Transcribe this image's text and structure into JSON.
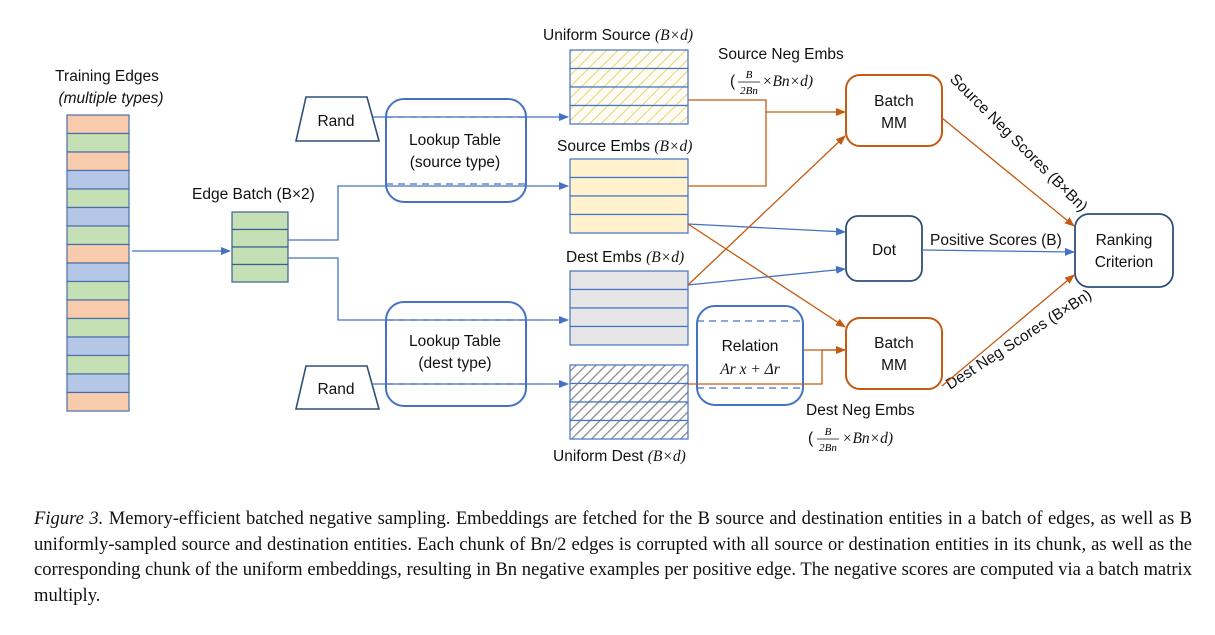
{
  "diagram": {
    "training_edges": {
      "title": "Training Edges",
      "subtitle": "(multiple types)"
    },
    "edge_batch": {
      "label": "Edge Batch",
      "dims": "(B×2)"
    },
    "rand_top": "Rand",
    "rand_bottom": "Rand",
    "lookup_source": {
      "line1": "Lookup Table",
      "line2": "(source type)"
    },
    "lookup_dest": {
      "line1": "Lookup Table",
      "line2": "(dest type)"
    },
    "uniform_source": {
      "label": "Uniform Source",
      "dims": "(B×d)"
    },
    "source_embs": {
      "label": "Source Embs",
      "dims": "(B×d)"
    },
    "dest_embs": {
      "label": "Dest Embs",
      "dims": "(B×d)"
    },
    "uniform_dest": {
      "label": "Uniform Dest",
      "dims": "(B×d)"
    },
    "source_neg_embs": {
      "label": "Source Neg Embs",
      "frac_num": "B",
      "frac_den": "2Bn",
      "rest": "×Bn×d)",
      "open": "("
    },
    "dest_neg_embs": {
      "label": "Dest Neg Embs",
      "frac_num": "B",
      "frac_den": "2Bn",
      "rest": "×Bn×d)",
      "open": "("
    },
    "relation": {
      "line1": "Relation",
      "line2": "Ar x + Δr"
    },
    "batch_mm_top": {
      "line1": "Batch",
      "line2": "MM"
    },
    "batch_mm_bottom": {
      "line1": "Batch",
      "line2": "MM"
    },
    "dot": "Dot",
    "positive_scores": "Positive Scores (B)",
    "source_neg_scores": "Source Neg Scores (B×Bn)",
    "dest_neg_scores": "Dest Neg Scores (B×Bn)",
    "ranking": {
      "line1": "Ranking",
      "line2": "Criterion"
    },
    "colors": {
      "blue": "#4472c4",
      "orange": "#c55a11",
      "edge_orange": "#f8cbad",
      "edge_green": "#c5e0b4",
      "edge_blue": "#b4c7e7",
      "source_fill": "#fff2cc",
      "dest_fill": "#e7e6e6"
    },
    "training_edge_colors": [
      "orange",
      "green",
      "orange",
      "blue",
      "green",
      "blue",
      "green",
      "orange",
      "blue",
      "green",
      "orange",
      "green",
      "blue",
      "green",
      "blue",
      "orange"
    ],
    "edge_batch_colors": [
      "green",
      "green",
      "green",
      "green"
    ]
  },
  "caption": {
    "figure_label": "Figure 3.",
    "text": "Memory-efficient batched negative sampling. Embeddings are fetched for the B source and destination entities in a batch of edges, as well as B uniformly-sampled source and destination entities. Each chunk of Bn/2 edges is corrupted with all source or destination entities in its chunk, as well as the corresponding chunk of the uniform embeddings, resulting in Bn negative examples per positive edge. The negative scores are computed via a batch matrix multiply."
  }
}
